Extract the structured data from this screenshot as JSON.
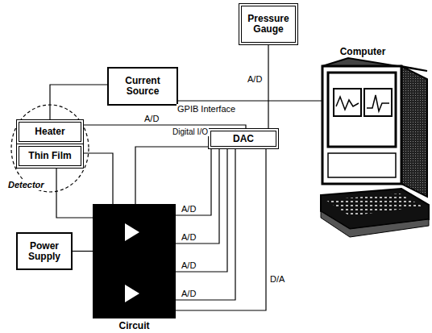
{
  "diagram": {
    "nodes": [
      {
        "text": [
          "Pressure Gauge"
        ]
      },
      {
        "text": [
          "Current Source"
        ]
      },
      {
        "text": [
          "Computer"
        ]
      },
      {
        "text": [
          "Detector"
        ]
      },
      {
        "text": [
          "Heater"
        ],
        "in": 3
      },
      {
        "text": [
          "Thin Film"
        ],
        "in": 3
      },
      {
        "text": [
          "DAC"
        ]
      },
      {
        "text": [
          "Circuit"
        ]
      },
      {
        "text": [
          "Power Supply"
        ]
      }
    ],
    "edges": [
      {
        "from": 1,
        "to": 4,
        "arrow": "none"
      },
      {
        "from": 1,
        "to": 2,
        "label": "GPIB Interface",
        "arrow": "none"
      },
      {
        "from": 0,
        "to": 6,
        "label": "A/D",
        "arrow": "none"
      },
      {
        "from": 4,
        "to": 6,
        "label": "A/D",
        "arrow": "none"
      },
      {
        "from": 6,
        "to": 7,
        "label": "Digital I/O",
        "arrow": "none"
      },
      {
        "from": 5,
        "to": 7,
        "arrow": "none"
      },
      {
        "from": 7,
        "to": 5,
        "arrow": "none"
      },
      {
        "from": 7,
        "to": 6,
        "label": "A/D",
        "arrow": "none"
      },
      {
        "from": 7,
        "to": 6,
        "label": "A/D",
        "arrow": "none"
      },
      {
        "from": 7,
        "to": 6,
        "label": "A/D",
        "arrow": "none"
      },
      {
        "from": 7,
        "to": 6,
        "label": "A/D",
        "arrow": "none"
      },
      {
        "from": 6,
        "to": 7,
        "label": "D/A",
        "arrow": "none"
      },
      {
        "from": 8,
        "to": 7,
        "arrow": "none"
      }
    ]
  }
}
